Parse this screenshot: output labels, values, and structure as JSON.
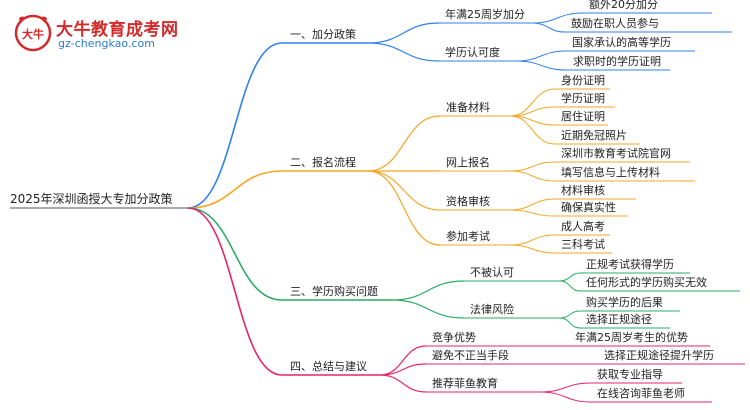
{
  "header": {
    "site_name": "大牛教育成考网",
    "site_domain": "gz-chengkao.com",
    "logo_glyph": "大牛"
  },
  "mindmap": {
    "root": "2025年深圳函授大专加分政策",
    "colors": {
      "blue": "#2f80ed",
      "orange": "#f5a623",
      "green": "#27ae60",
      "pink": "#e6246e",
      "logo_red": "#d42a2a"
    },
    "branches": [
      {
        "label": "一、加分政策",
        "children": [
          {
            "label": "年满25周岁加分",
            "leaves": [
              "额外20分加分",
              "鼓励在职人员参与"
            ]
          },
          {
            "label": "学历认可度",
            "leaves": [
              "国家承认的高等学历",
              "求职时的学历证明"
            ]
          }
        ]
      },
      {
        "label": "二、报名流程",
        "children": [
          {
            "label": "准备材料",
            "leaves": [
              "身份证明",
              "学历证明",
              "居住证明",
              "近期免冠照片"
            ]
          },
          {
            "label": "网上报名",
            "leaves": [
              "深圳市教育考试院官网",
              "填写信息与上传材料"
            ]
          },
          {
            "label": "资格审核",
            "leaves": [
              "材料审核",
              "确保真实性"
            ]
          },
          {
            "label": "参加考试",
            "leaves": [
              "成人高考",
              "三科考试"
            ]
          }
        ]
      },
      {
        "label": "三、学历购买问题",
        "children": [
          {
            "label": "不被认可",
            "leaves": [
              "正规考试获得学历",
              "任何形式的学历购买无效"
            ]
          },
          {
            "label": "法律风险",
            "leaves": [
              "购买学历的后果",
              "选择正规途径"
            ]
          }
        ]
      },
      {
        "label": "四、总结与建议",
        "children": [
          {
            "label": "竞争优势",
            "leaves": [
              "年满25周岁考生的优势"
            ]
          },
          {
            "label": "避免不正当手段",
            "leaves": [
              "选择正规途径提升学历"
            ]
          },
          {
            "label": "推荐菲鱼教育",
            "leaves": [
              "获取专业指导",
              "在线咨询菲鱼老师"
            ]
          }
        ]
      }
    ]
  }
}
